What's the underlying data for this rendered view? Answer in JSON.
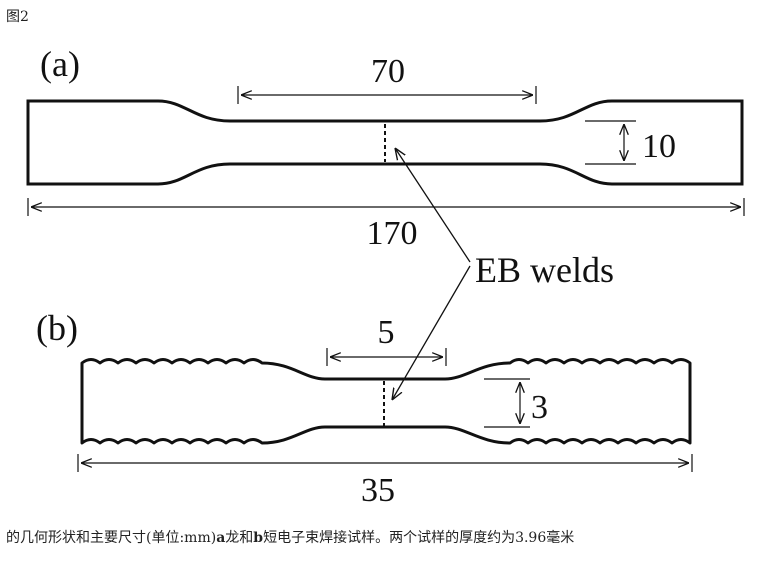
{
  "figure_label": "图2",
  "panels": {
    "a": {
      "label": "(a)",
      "dim_gauge_length": "70",
      "dim_width": "10",
      "dim_total_length": "170"
    },
    "b": {
      "label": "(b)",
      "dim_gauge_length": "5",
      "dim_width": "3",
      "dim_total_length": "35"
    }
  },
  "annotation": "EB welds",
  "caption": {
    "part1": "的几何形状和主要尺寸(单位:mm)",
    "bold_a": "a",
    "part2": "龙和",
    "bold_b": "b",
    "part3": "短电子束焊接试样。两个试样的厚度约为3.96毫米"
  }
}
